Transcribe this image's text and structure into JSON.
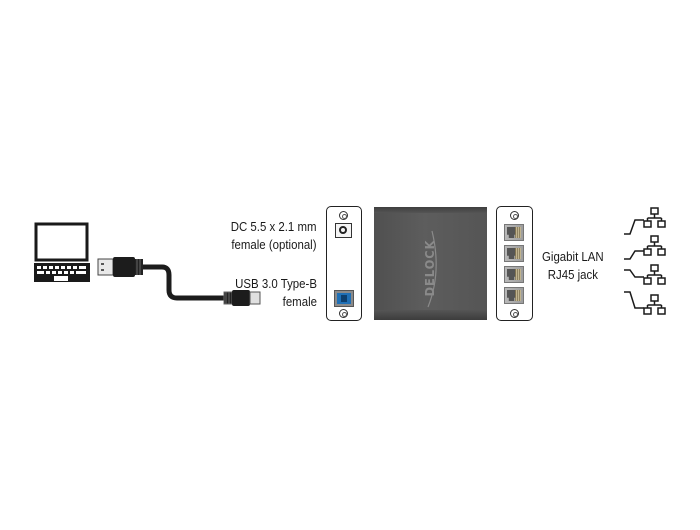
{
  "diagram": {
    "type": "product-connection-diagram",
    "brand_logo": "DELOCK",
    "nodes": [
      {
        "id": "laptop",
        "icon": "laptop-icon"
      },
      {
        "id": "usb-cable",
        "icon": "usb-a-to-b-cable"
      },
      {
        "id": "input-panel",
        "icon": "port-panel"
      },
      {
        "id": "device",
        "icon": "device-box"
      },
      {
        "id": "output-panel",
        "icon": "rj45-panel"
      },
      {
        "id": "networks",
        "icon": "network-icon",
        "count": 4
      }
    ],
    "labels": {
      "dc_line1": "DC 5.5 x 2.1 mm",
      "dc_line2": "female (optional)",
      "usb_line1": "USB 3.0 Type-B",
      "usb_line2": "female",
      "lan_line1": "Gigabit LAN",
      "lan_line2": "RJ45 jack"
    },
    "rj45_ports": 4,
    "colors": {
      "device_body": "#555555",
      "usb3_blue": "#1f6fb5",
      "line": "#222222"
    }
  }
}
